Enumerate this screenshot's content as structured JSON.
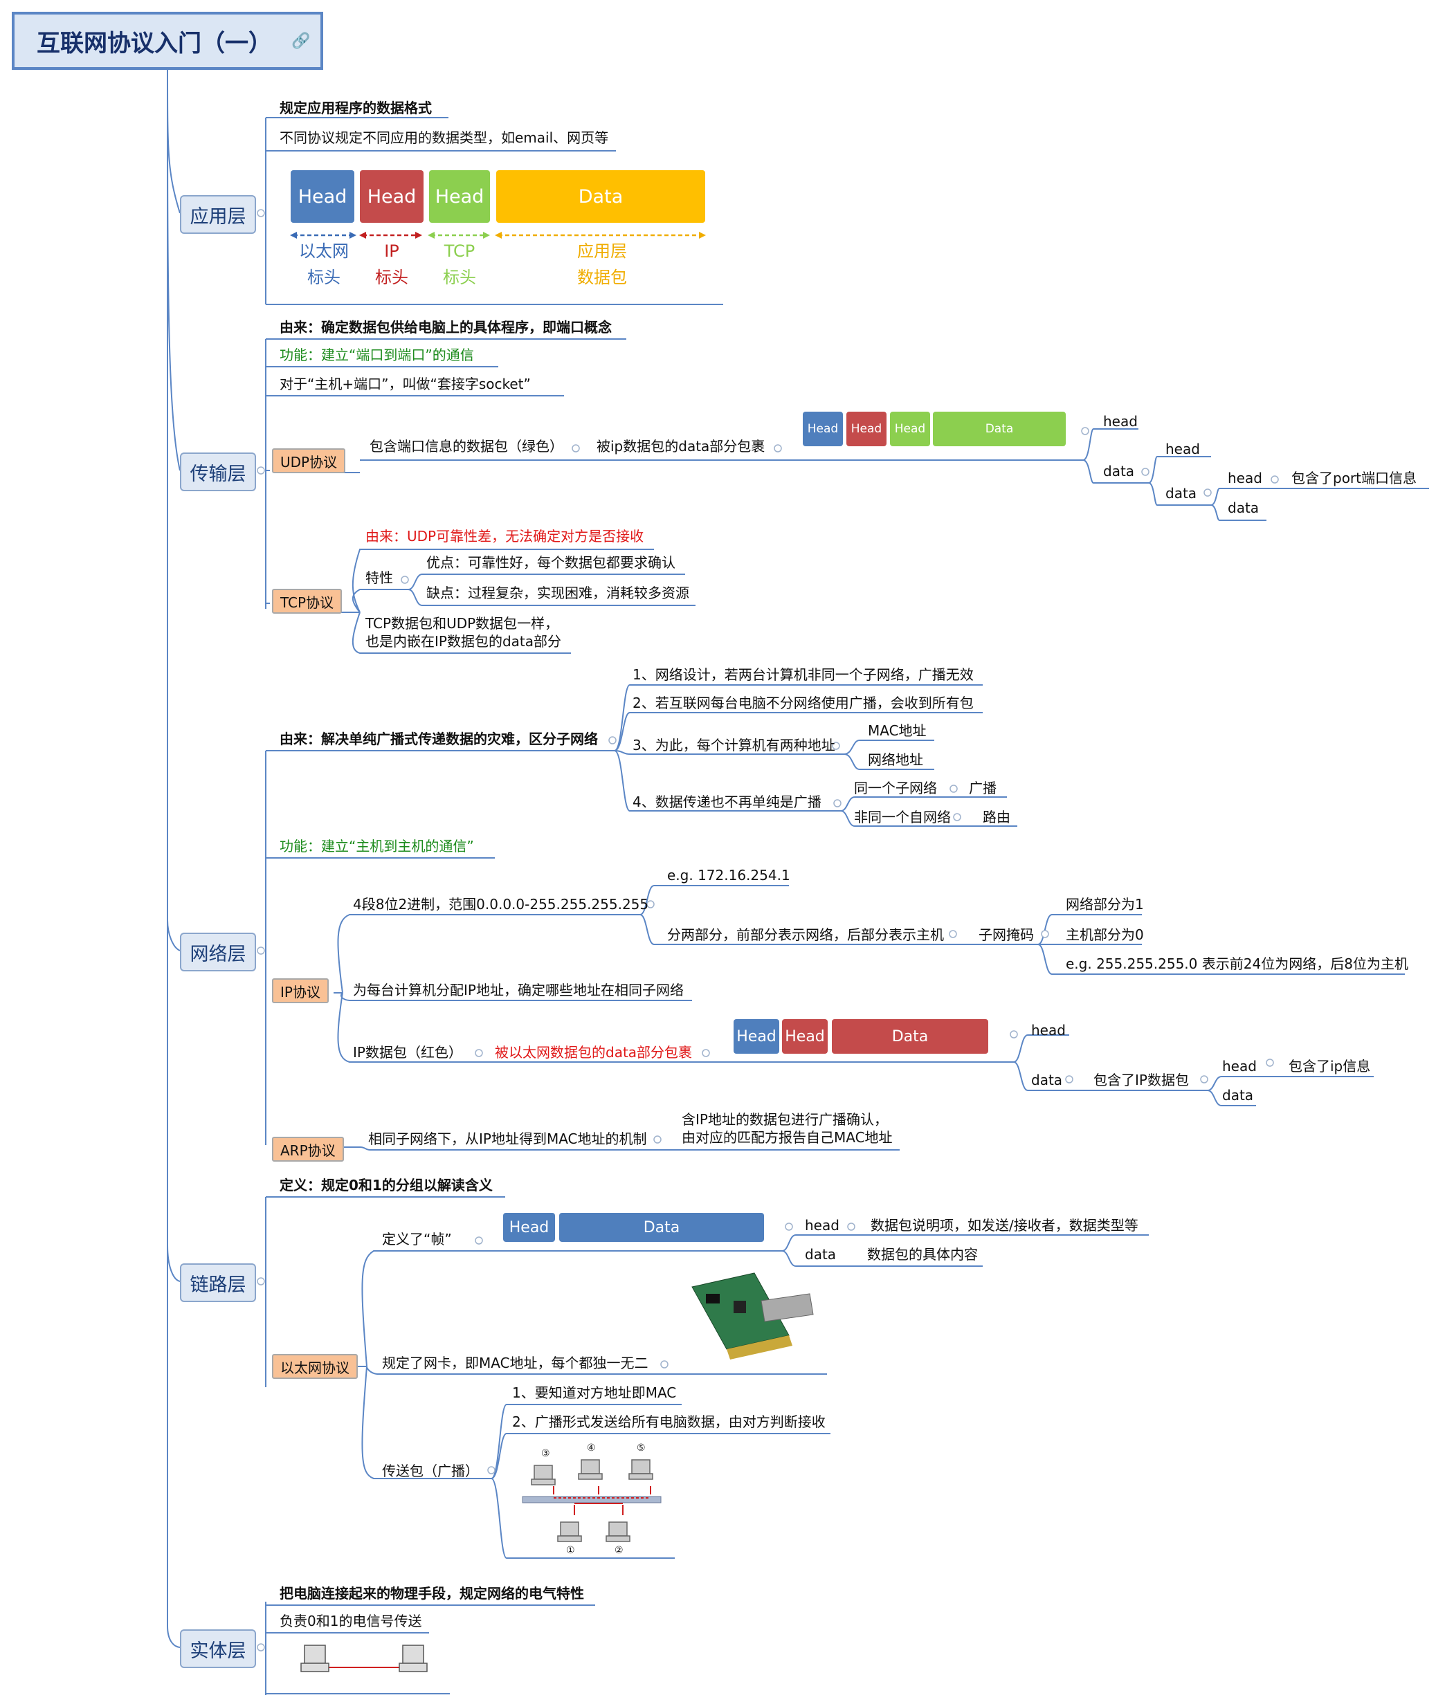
{
  "root": {
    "title": "互联网协议入门（一）",
    "icon": "link-icon"
  },
  "layers": {
    "app": {
      "title": "应用层",
      "desc": "规定应用程序的数据格式",
      "detail": "不同协议规定不同应用的数据类型，如email、网页等",
      "packet": {
        "h1": "Head",
        "h2": "Head",
        "h3": "Head",
        "data": "Data"
      },
      "labels": {
        "eth": "以太网",
        "eth2": "标头",
        "ip": "IP",
        "ip2": "标头",
        "tcp": "TCP",
        "tcp2": "标头",
        "app": "应用层",
        "app2": "数据包"
      }
    },
    "transport": {
      "title": "传输层",
      "origin": "由来：确定数据包供给电脑上的具体程序，即端口概念",
      "func": "功能：建立“端口到端口”的通信",
      "socket": "对于“主机+端口”，叫做“套接字socket”",
      "udp": {
        "label": "UDP协议",
        "n1": "包含端口信息的数据包（绿色）",
        "n2": "被ip数据包的data部分包裹",
        "packet": {
          "h1": "Head",
          "h2": "Head",
          "h3": "Head",
          "data": "Data"
        },
        "tree": {
          "head1": "head",
          "data1": "data",
          "head2": "head",
          "data2": "data",
          "head3": "head",
          "data3": "data",
          "port": "包含了port端口信息"
        }
      },
      "tcp": {
        "label": "TCP协议",
        "origin": "由来：UDP可靠性差，无法确定对方是否接收",
        "feature": "特性",
        "pro": "优点：可靠性好，每个数据包都要求确认",
        "con": "缺点：过程复杂，实现困难，消耗较多资源",
        "nest1": "TCP数据包和UDP数据包一样，",
        "nest2": "也是内嵌在IP数据包的data部分"
      }
    },
    "network": {
      "title": "网络层",
      "origin": "由来：解决单纯广播式传递数据的灾难，区分子网络",
      "items": {
        "i1": "1、网络设计，若两台计算机非同一个子网络，广播无效",
        "i2": "2、若互联网每台电脑不分网络使用广播，会收到所有包",
        "i3": "3、为此，每个计算机有两种地址",
        "mac": "MAC地址",
        "netaddr": "网络地址",
        "i4": "4、数据传递也不再单纯是广播",
        "same": "同一个子网络",
        "broadcast": "广播",
        "diff": "非同一个自网络",
        "route": "路由"
      },
      "func": "功能：建立“主机到主机的通信”",
      "ip": {
        "label": "IP协议",
        "range": "4段8位2进制，范围0.0.0.0-255.255.255.255",
        "eg": "e.g. 172.16.254.1",
        "parts": "分两部分，前部分表示网络，后部分表示主机",
        "mask": "子网掩码",
        "net1": "网络部分为1",
        "host0": "主机部分为0",
        "maskeg": "e.g. 255.255.255.0 表示前24位为网络，后8位为主机",
        "assign": "为每台计算机分配IP地址，确定哪些地址在相同子网络",
        "packet": "IP数据包（红色）",
        "wrapped": "被以太网数据包的data部分包裹",
        "pk": {
          "h1": "Head",
          "h2": "Head",
          "data": "Data"
        },
        "tree": {
          "head1": "head",
          "data1": "data",
          "contains": "包含了IP数据包",
          "head2": "head",
          "data2": "data",
          "ipinfo": "包含了ip信息"
        }
      },
      "arp": {
        "label": "ARP协议",
        "desc": "相同子网络下，从IP地址得到MAC地址的机制",
        "detail1": "含IP地址的数据包进行广播确认，",
        "detail2": "由对应的匹配方报告自己MAC地址"
      }
    },
    "link": {
      "title": "链路层",
      "def": "定义：规定0和1的分组以解读含义",
      "eth": {
        "label": "以太网协议",
        "frame": "定义了“帧”",
        "pk": {
          "h1": "Head",
          "data": "Data"
        },
        "head": "head",
        "headdesc": "数据包说明项，如发送/接收者，数据类型等",
        "data": "data",
        "datadesc": "数据包的具体内容",
        "nic": "规定了网卡，即MAC地址，每个都独一无二",
        "send": "传送包（广播）",
        "s1": "1、要知道对方地址即MAC",
        "s2": "2、广播形式发送给所有电脑数据，由对方判断接收",
        "nodes": [
          "③",
          "④",
          "⑤",
          "①",
          "②"
        ]
      }
    },
    "physical": {
      "title": "实体层",
      "def": "把电脑连接起来的物理手段，规定网络的电气特性",
      "detail": "负责0和1的电信号传送"
    }
  },
  "colors": {
    "blue": "#4f7fbd",
    "red": "#c44b4b",
    "green": "#8ccf4f",
    "yellow": "#ffbf00",
    "line": "#5b86c5",
    "layerbg": "#dfe8f4",
    "protobg": "#f9c195"
  }
}
